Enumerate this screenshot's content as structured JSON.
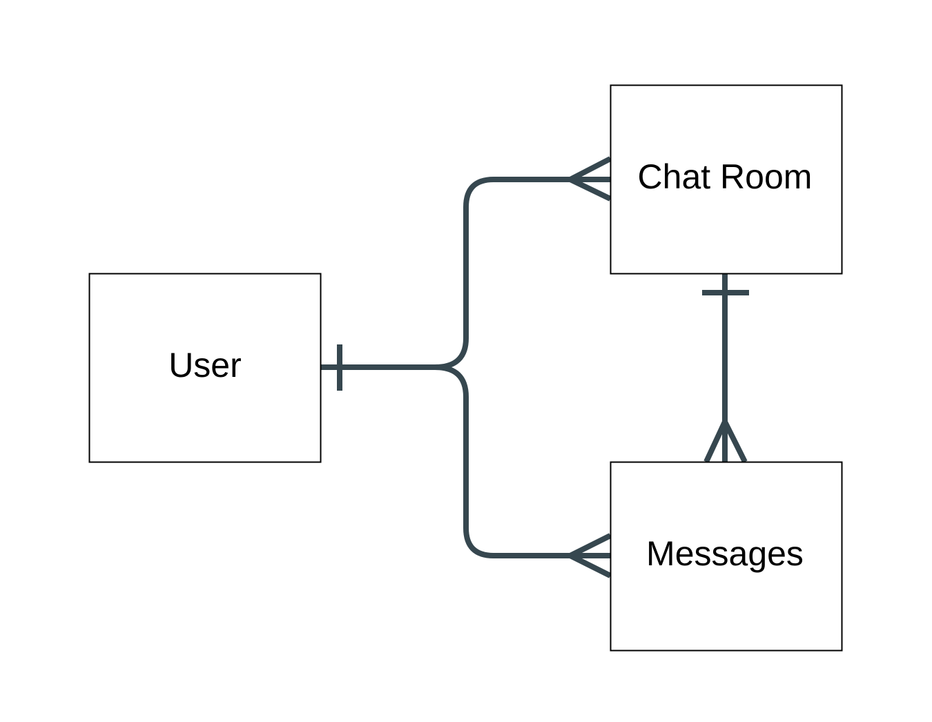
{
  "entities": {
    "user": {
      "label": "User"
    },
    "chat_room": {
      "label": "Chat Room"
    },
    "messages": {
      "label": "Messages"
    }
  },
  "relationships": [
    {
      "from": "user",
      "to": "chat_room",
      "from_cardinality": "one",
      "to_cardinality": "many"
    },
    {
      "from": "user",
      "to": "messages",
      "from_cardinality": "one",
      "to_cardinality": "many"
    },
    {
      "from": "chat_room",
      "to": "messages",
      "from_cardinality": "one",
      "to_cardinality": "many"
    }
  ],
  "colors": {
    "connector": "#36474f",
    "entity_border": "#000000",
    "entity_fill": "#ffffff",
    "text": "#000000"
  }
}
